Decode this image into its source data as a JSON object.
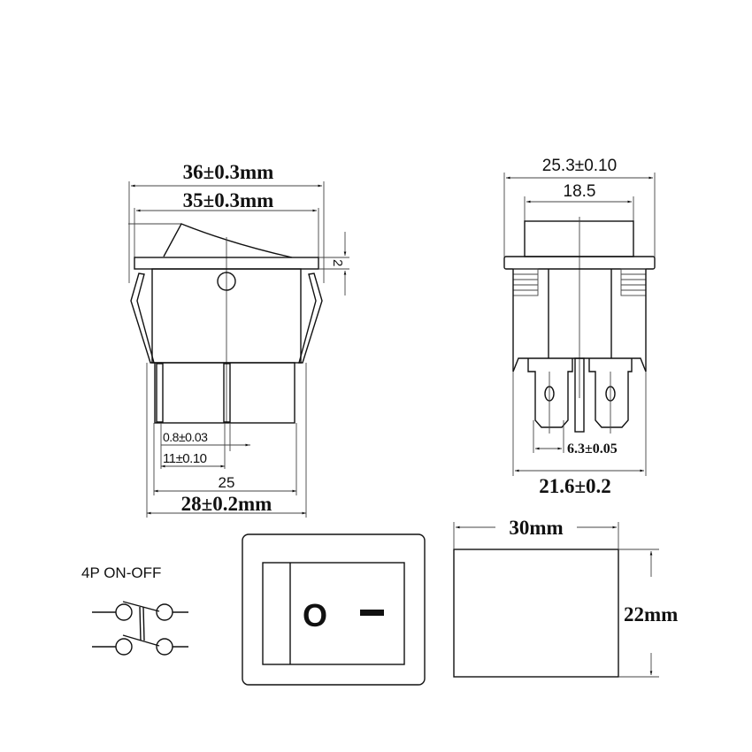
{
  "front_view": {
    "dim_outer_width": "36±0.3mm",
    "dim_inner_width": "35±0.3mm",
    "dim_flange_height": "2",
    "dim_terminal_thickness": "0.8±0.03",
    "dim_terminal_spacing": "11±0.10",
    "dim_body_width": "25",
    "dim_overall_width": "28±0.2mm"
  },
  "side_view": {
    "dim_flange_width": "25.3±0.10",
    "dim_rocker_width": "18.5",
    "dim_terminal_width": "6.3±0.05",
    "dim_body_depth": "21.6±0.2"
  },
  "schematic": {
    "label": "4P  ON-OFF"
  },
  "top_view": {
    "off_symbol": "O",
    "on_symbol": "—"
  },
  "cutout": {
    "dim_width": "30mm",
    "dim_height": "22mm"
  }
}
